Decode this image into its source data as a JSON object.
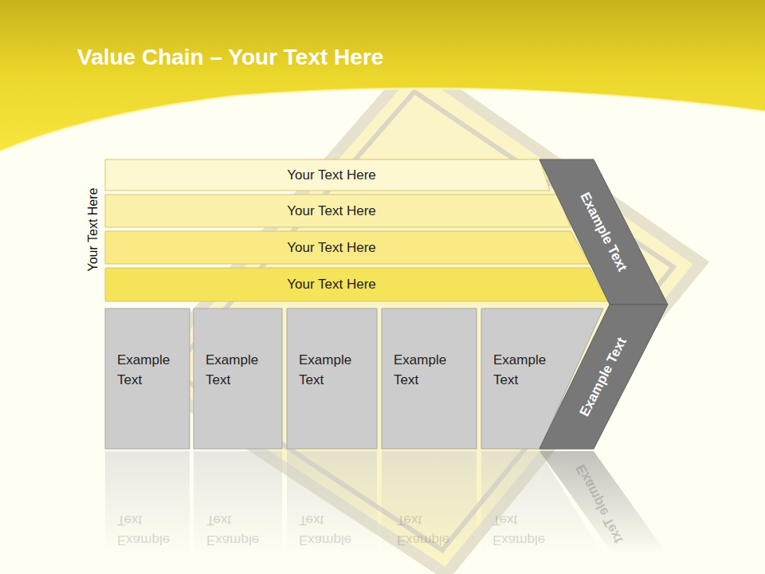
{
  "diagram": {
    "title": "Value Chain – Your Text Here",
    "nodes": [
      {
        "text": [
          "Your Text Here"
        ]
      },
      {
        "text": [
          "Your Text Here"
        ]
      },
      {
        "text": [
          "Your Text Here"
        ]
      },
      {
        "text": [
          "Your Text Here"
        ]
      },
      {
        "text": [
          "Example Text"
        ]
      },
      {
        "text": [
          "Example Text"
        ]
      },
      {
        "text": [
          "Example Text"
        ]
      },
      {
        "text": [
          "Example Text"
        ]
      },
      {
        "text": [
          "Example Text"
        ]
      },
      {
        "text": [
          "Example Text"
        ]
      },
      {
        "text": [
          "Example Text"
        ]
      }
    ],
    "labels": [
      "Your Text Here",
      "Example Text",
      "Example Text",
      "Example Text",
      "Example Text",
      "Example Text",
      "Example Text"
    ]
  }
}
